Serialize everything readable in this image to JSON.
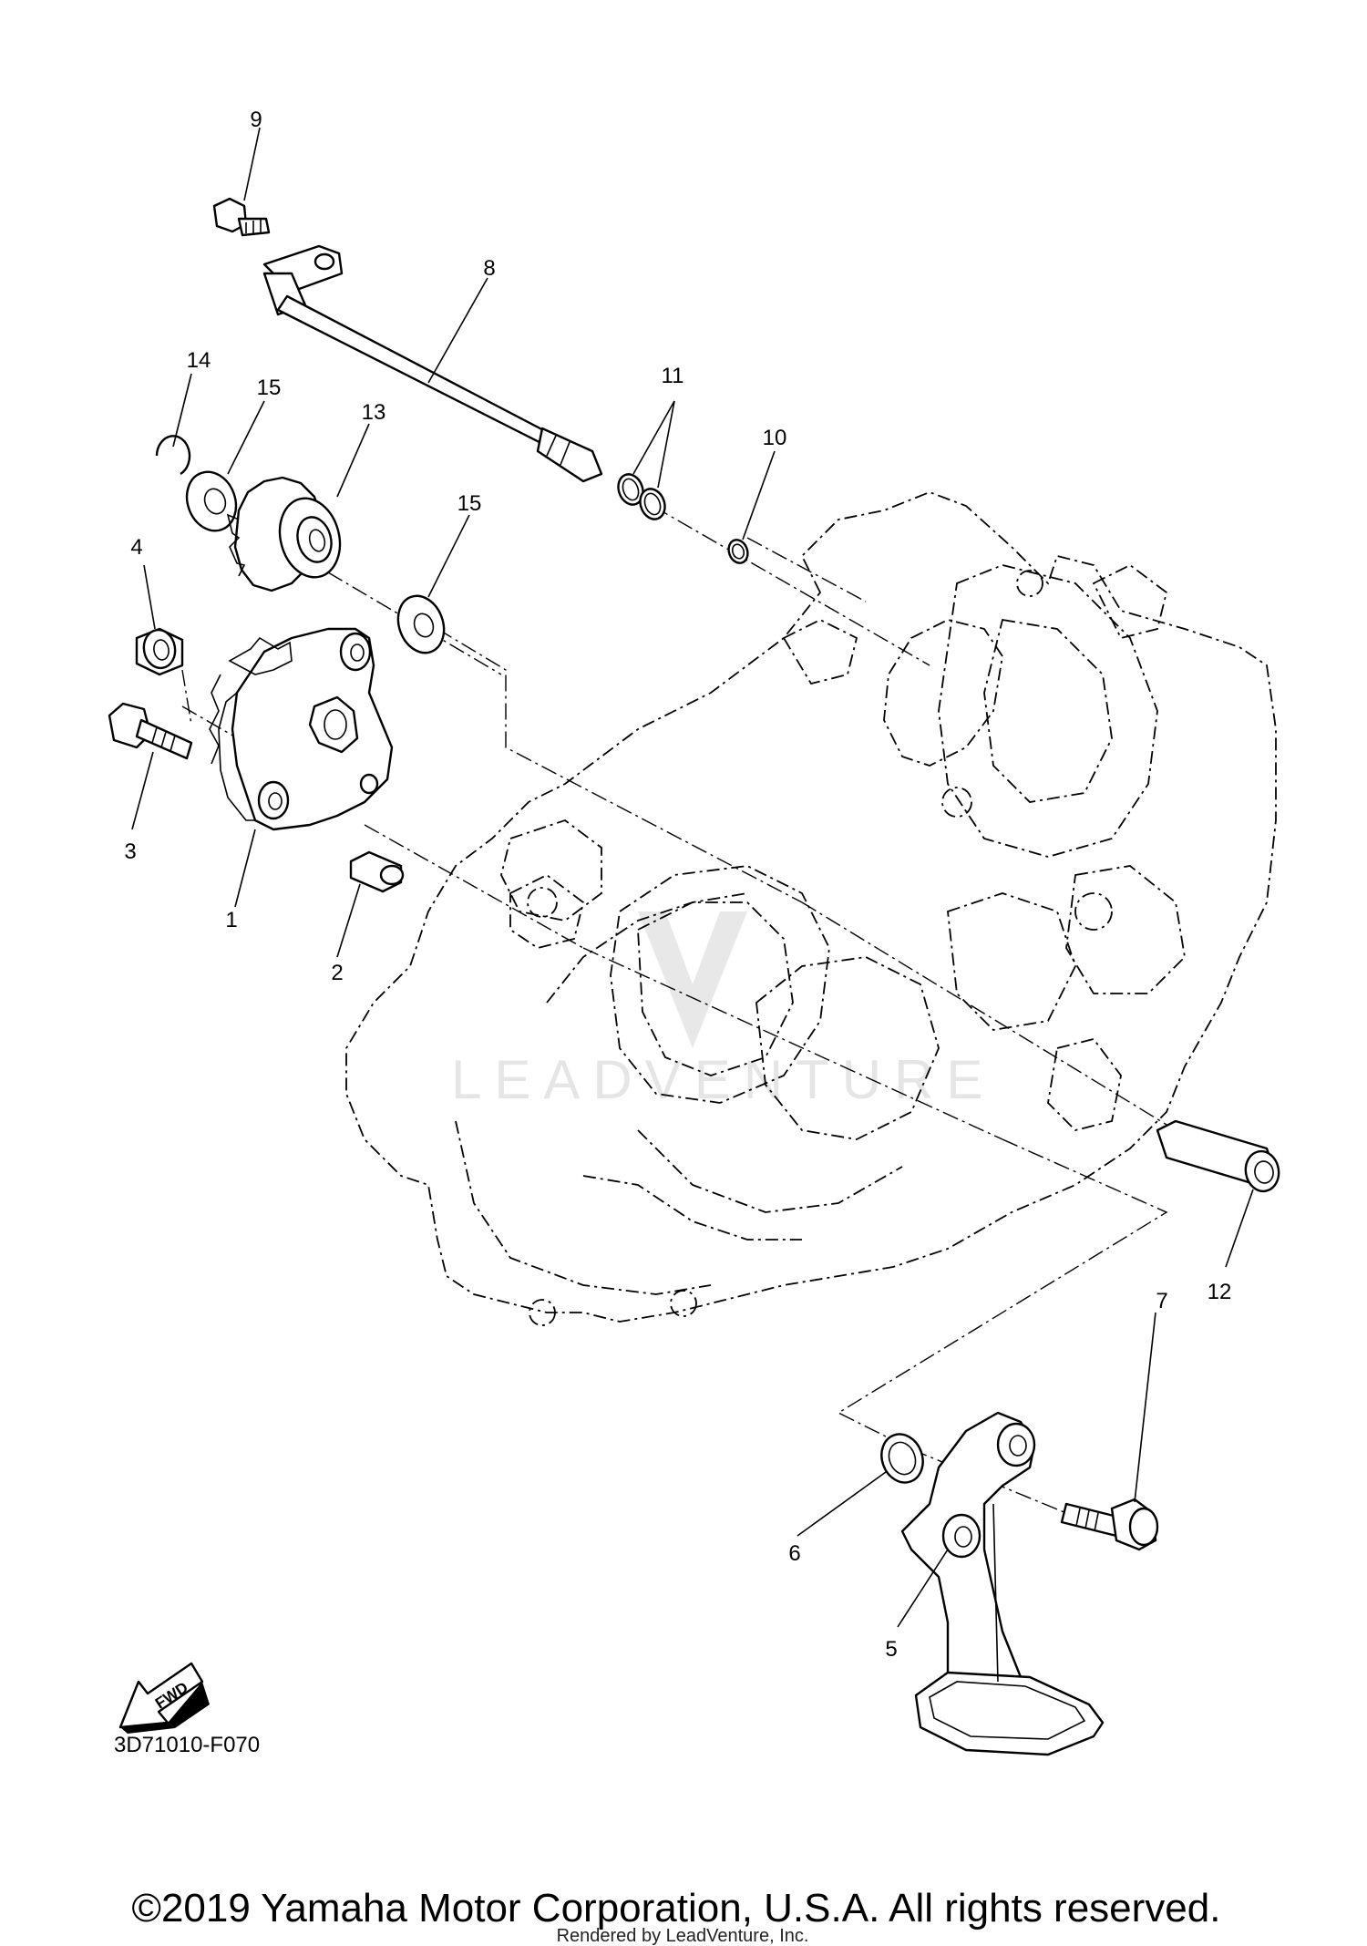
{
  "diagram_code": "3D71010-F070",
  "copyright": "©2019 Yamaha Motor Corporation, U.S.A. All rights reserved.",
  "rendered_by": "Rendered by LeadVenture, Inc.",
  "watermark": "LEADVENTURE",
  "fwd_label": "FWD",
  "callouts": [
    {
      "id": "1",
      "label": "1"
    },
    {
      "id": "2",
      "label": "2"
    },
    {
      "id": "3",
      "label": "3"
    },
    {
      "id": "4",
      "label": "4"
    },
    {
      "id": "5",
      "label": "5"
    },
    {
      "id": "6",
      "label": "6"
    },
    {
      "id": "7",
      "label": "7"
    },
    {
      "id": "8",
      "label": "8"
    },
    {
      "id": "9",
      "label": "9"
    },
    {
      "id": "10",
      "label": "10"
    },
    {
      "id": "11",
      "label": "11"
    },
    {
      "id": "12",
      "label": "12"
    },
    {
      "id": "13",
      "label": "13"
    },
    {
      "id": "14",
      "label": "14"
    },
    {
      "id": "15a",
      "label": "15"
    },
    {
      "id": "15b",
      "label": "15"
    }
  ]
}
